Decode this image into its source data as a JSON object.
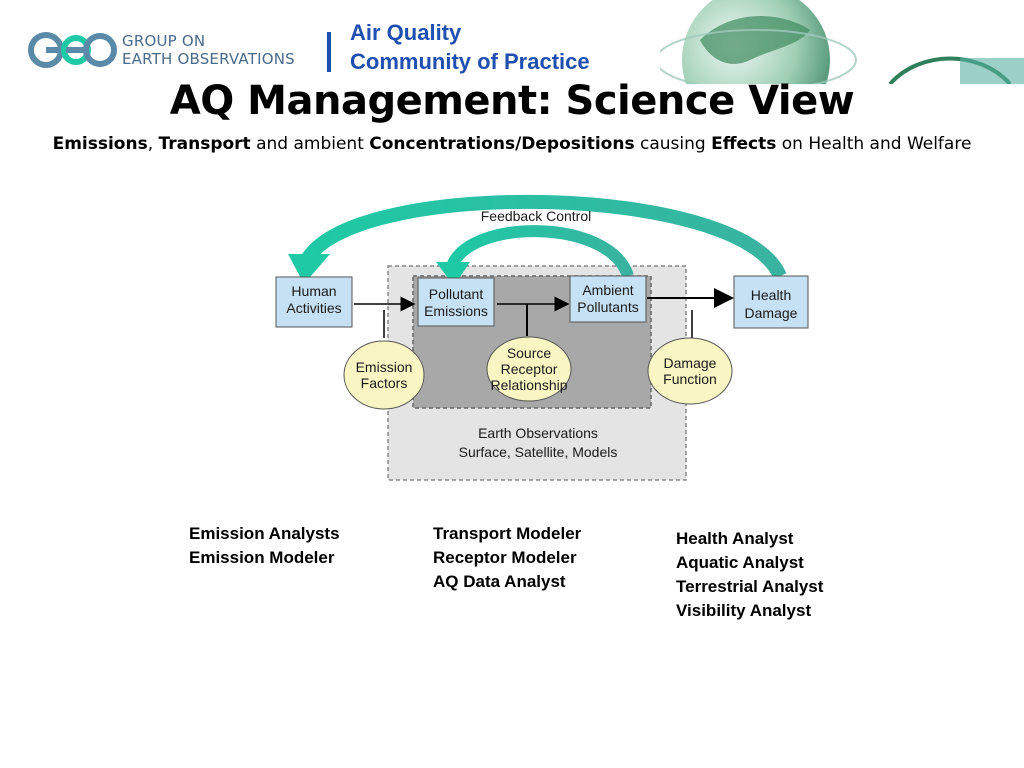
{
  "header": {
    "logo_letters": "GEO",
    "org_line1": "GROUP ON",
    "org_line2": "EARTH OBSERVATIONS",
    "cop_line1": "Air Quality",
    "cop_line2": "Community of Practice",
    "colors": {
      "brand_blue": "#1f4fb0",
      "org_text": "#4a6a8a",
      "accent_teal": "#1ec9a5"
    }
  },
  "title": "AQ Management: Science View",
  "subtitle": {
    "emissions": "Emissions",
    "comma": ",",
    "transport": "Transport",
    "and_ambient": " and ambient ",
    "concentrations": "Concentrations/Depositions",
    "causing": " causing ",
    "effects": "Effects",
    "tail": " on Health and Welfare"
  },
  "diagram": {
    "feedback_label": "Feedback Control",
    "human_activities": [
      "Human",
      "Activities"
    ],
    "pollutant_emissions": [
      "Pollutant",
      "Emissions"
    ],
    "ambient_pollutants": [
      "Ambient",
      "Pollutants"
    ],
    "health_damage": [
      "Health",
      "Damage"
    ],
    "emission_factors": [
      "Emission",
      "Factors"
    ],
    "source_receptor": [
      "Source",
      "Receptor",
      "Relationship"
    ],
    "damage_function": [
      "Damage",
      "Function"
    ],
    "earth_obs_title": "Earth Observations",
    "earth_obs_sub": "Surface, Satellite, Models"
  },
  "roles": {
    "emissions": [
      "Emission Analysts",
      "Emission Modeler"
    ],
    "transport": [
      "Transport Modeler",
      "Receptor Modeler",
      "AQ Data Analyst"
    ],
    "effects": [
      "Health Analyst",
      "Aquatic Analyst",
      "Terrestrial Analyst",
      "Visibility Analyst"
    ]
  }
}
